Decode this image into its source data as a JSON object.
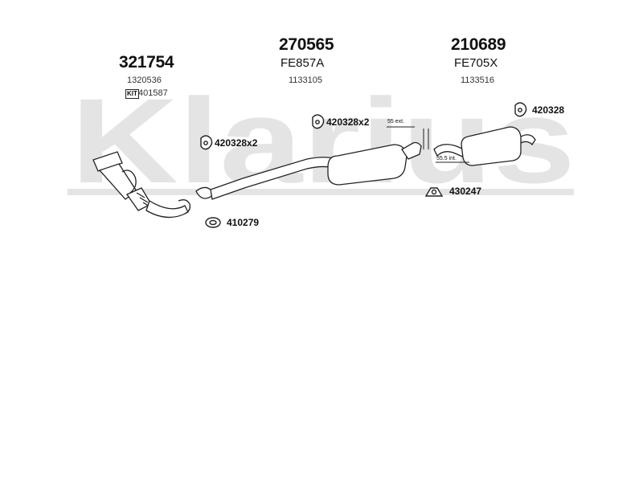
{
  "watermark": {
    "text": "Klarius",
    "color": "#e3e3e3"
  },
  "groups": [
    {
      "part": "321754",
      "ref": "1320536",
      "kit_label": "KIT",
      "kit_ref": "401587"
    },
    {
      "part": "270565",
      "code": "FE857A",
      "ref": "1133105"
    },
    {
      "part": "210689",
      "code": "FE705X",
      "ref": "1133516"
    }
  ],
  "fittings": {
    "hanger_420328x2_left": "420328x2",
    "hanger_420328x2_mid": "420328x2",
    "hanger_420328_right": "420328",
    "mount_430247": "430247",
    "gasket_410279": "410279"
  },
  "dimensions": {
    "ext": "55 ext.",
    "int": "55.5 int."
  },
  "icons": [
    "hanger-icon",
    "gasket-icon",
    "mount-icon",
    "kit-icon"
  ]
}
